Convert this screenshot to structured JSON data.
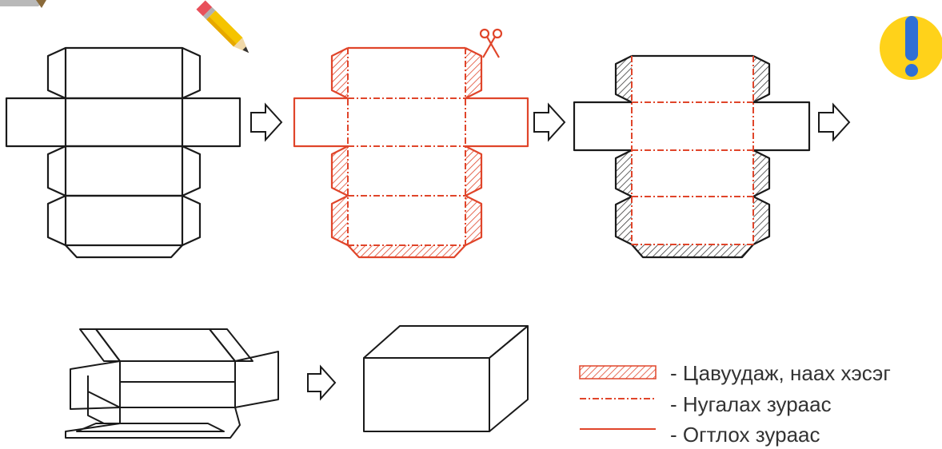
{
  "colors": {
    "black_line": "#1a1a1a",
    "red_line": "#e0452a",
    "hatch_dark": "#3a3a3a",
    "badge_yellow": "#ffd21a",
    "badge_blue": "#2f6fd6",
    "text": "#333333"
  },
  "icons": {
    "top_left_corner": "decor-corner-icon",
    "pencil": "pencil-icon",
    "scissors": "scissors-icon",
    "exclamation_badge": "exclamation-icon",
    "arrow": "arrow-right-icon"
  },
  "legend": {
    "glue_label": "- Цавуудаж, наах хэсэг",
    "fold_label": "- Нугалах зураас",
    "cut_label": "- Огтлох зураас"
  }
}
